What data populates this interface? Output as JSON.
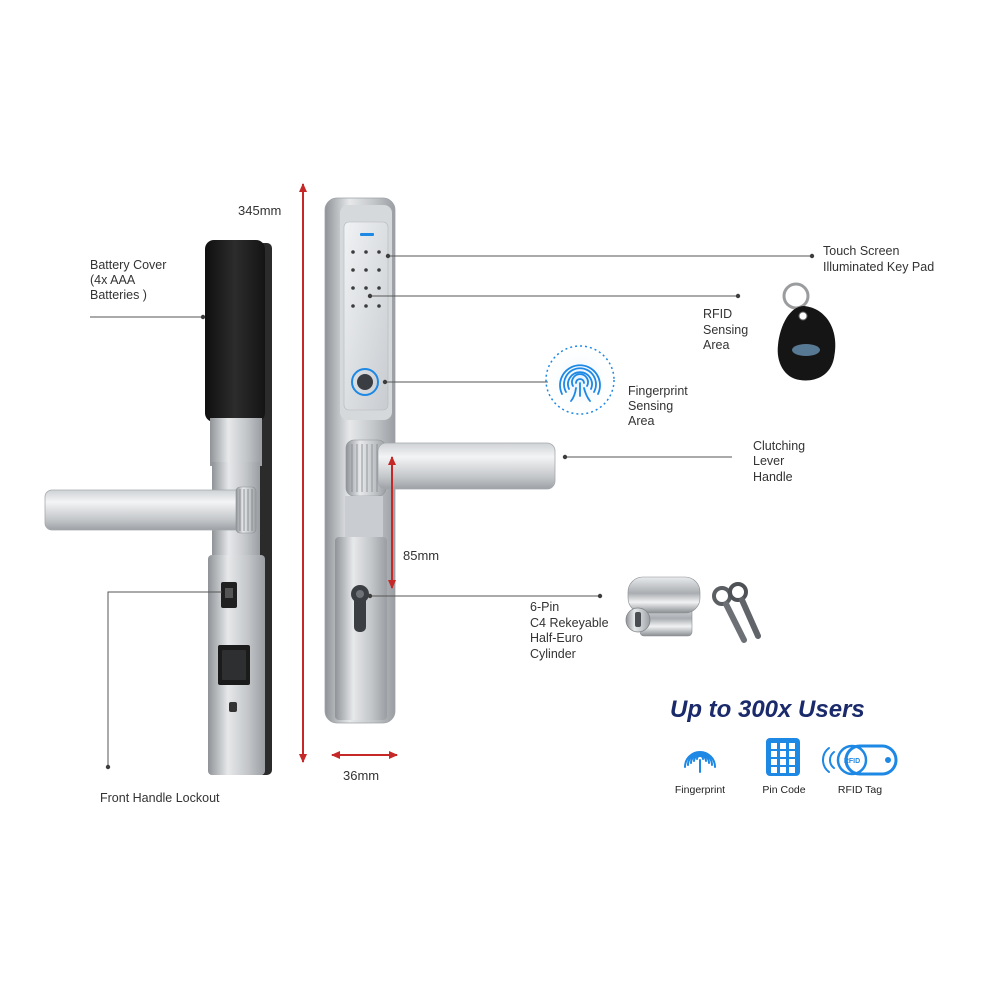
{
  "callouts": {
    "battery_cover": [
      "Battery Cover",
      "(4x AAA",
      "Batteries )"
    ],
    "front_handle_lockout": "Front Handle Lockout",
    "touch_screen": [
      "Touch Screen",
      "Illuminated Key Pad"
    ],
    "rfid_sensing": [
      "RFID",
      "Sensing",
      "Area"
    ],
    "fingerprint_sensing": [
      "Fingerprint",
      "Sensing",
      "Area"
    ],
    "clutching_lever": [
      "Clutching",
      "Lever",
      "Handle"
    ],
    "cylinder": [
      "6-Pin",
      "C4 Rekeyable",
      "Half-Euro",
      "Cylinder"
    ]
  },
  "measurement_labels": {
    "overall_height": "345mm",
    "lever_to_cylinder": "85mm",
    "width": "36mm"
  },
  "users": {
    "headline": "Up to 300x Users",
    "features": [
      {
        "label": "Fingerprint",
        "icon": "fingerprint-icon"
      },
      {
        "label": "Pin Code",
        "icon": "keypad-icon"
      },
      {
        "label": "RFID Tag",
        "icon": "rfid-tag-icon",
        "icon_text": "RFID"
      }
    ]
  },
  "colors": {
    "dimension": "#c62828",
    "accent": "#1e88e5",
    "headline": "#1b2a6b",
    "leader": "#555555",
    "text": "#333333"
  }
}
